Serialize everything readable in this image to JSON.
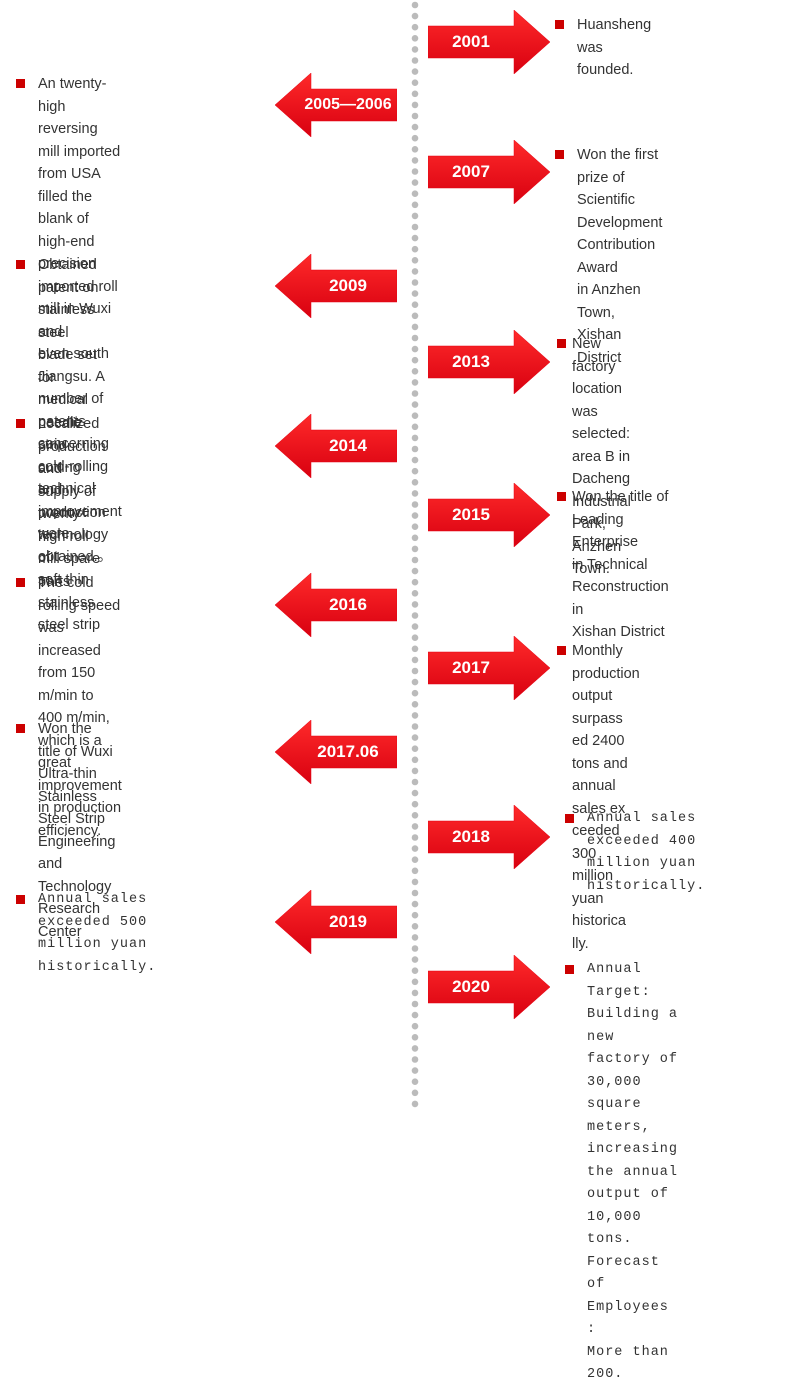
{
  "colors": {
    "accent": "#e60012",
    "bullet": "#cc0000",
    "dots": "#bbbbbb"
  },
  "events": [
    {
      "year": "2001",
      "side": "right",
      "text": "Huansheng was founded."
    },
    {
      "year": "2005—2006",
      "side": "left",
      "text": "An twenty-high reversing mill imported\nfrom USA filled the blank of high-end\nprecision imported roll mill in Wuxi and\neven south Jiangsu. A number of patents\nconcerning cold-rolling technical\nimprovement were obtained.。"
    },
    {
      "year": "2007",
      "side": "right",
      "text": "Won the first prize of Scientific\nDevelopment Contribution Award\nin Anzhen Town, Xishan District"
    },
    {
      "year": "2009",
      "side": "left",
      "text": "Obtained patent on stainless steel\nblade set for medical needle strip\ncutting and production technology of\nsoft thin stainless steel strip"
    },
    {
      "year": "2013",
      "side": "right",
      "text": "New factory location was selected:\narea B in Dacheng Industrial Park,\nAnzhen Town."
    },
    {
      "year": "2014",
      "side": "left",
      "text": "Localized production and\nsupply of twenty-high roll\nmill spare parts"
    },
    {
      "year": "2015",
      "side": "right",
      "text": "Won the title of Leading Enterprise\nin Technical Reconstruction in\nXishan District"
    },
    {
      "year": "2016",
      "side": "left",
      "text": "The cold rolling speed was\nincreased from 150 m/min to\n400 m/min, which is a great\nimprovement in production\nefficiency."
    },
    {
      "year": "2017",
      "side": "right",
      "text": "Monthly production output surpass\ned  2400 tons and annual sales ex\nceeded  300 million yuan historica\nlly."
    },
    {
      "year": "2017.06",
      "side": "left",
      "text": "Won the title of Wuxi\nUltra-thin Stainless\nSteel Strip Engineering\nand Technology\nResearch Center"
    },
    {
      "year": "2018",
      "side": "right",
      "text": "Annual sales exceeded 400\nmillion yuan historically."
    },
    {
      "year": "2019",
      "side": "left",
      "text": "Annual sales exceeded 500\nmillion yuan historically."
    },
    {
      "year": "2020",
      "side": "right",
      "text": "Annual Target: Building a\nnew factory of 30,000\nsquare meters, increasing\n the annual output of\n10,000 tons.\nForecast of Employees :\nMore than 200."
    }
  ]
}
